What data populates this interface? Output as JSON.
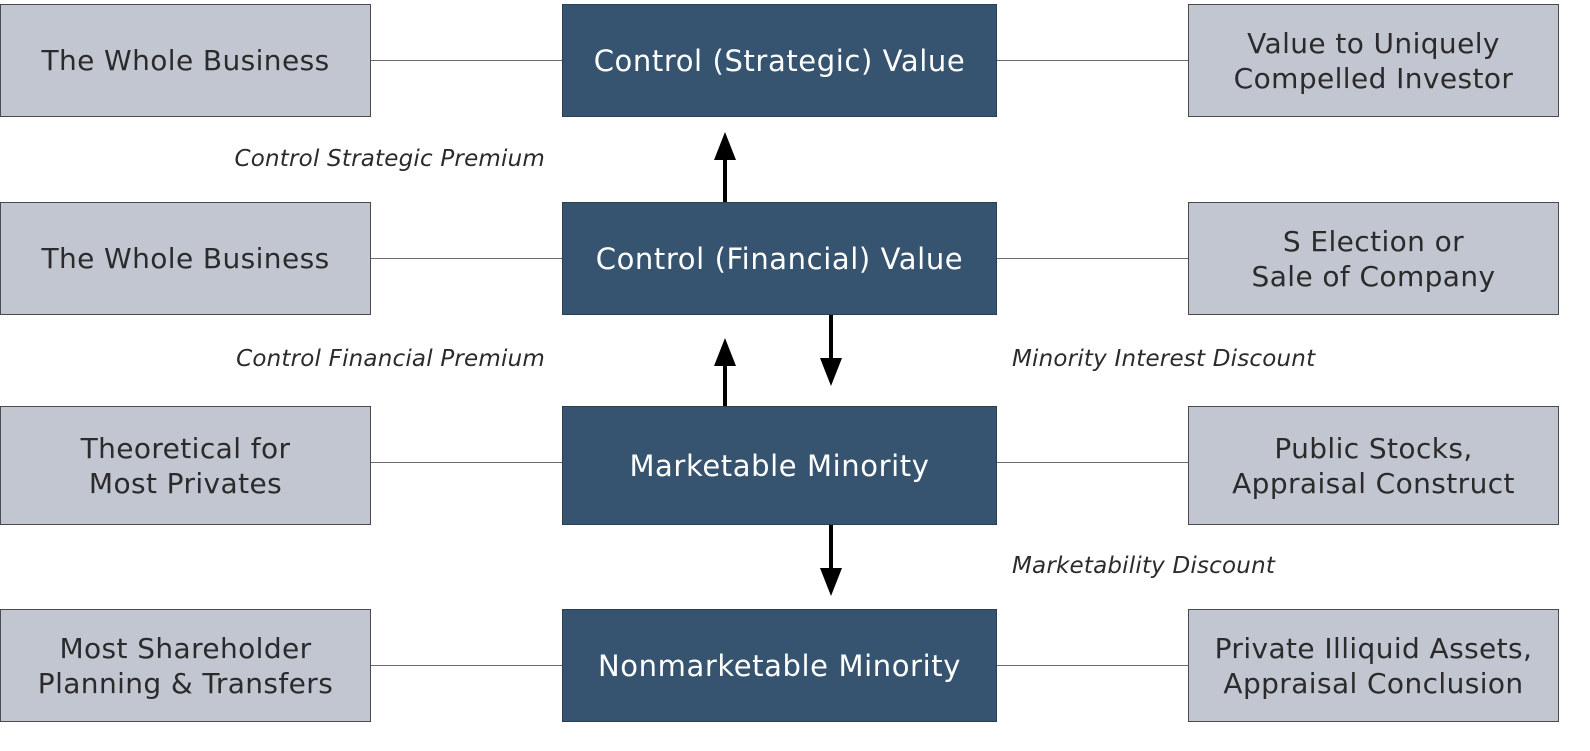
{
  "rows": [
    {
      "left": "The Whole Business",
      "center": "Control (Strategic) Value",
      "right": "Value to Uniquely\nCompelled Investor"
    },
    {
      "left": "The Whole Business",
      "center": "Control (Financial) Value",
      "right": "S Election or\nSale of Company"
    },
    {
      "left": "Theoretical for\nMost Privates",
      "center": "Marketable Minority",
      "right": "Public Stocks,\nAppraisal Construct"
    },
    {
      "left": "Most Shareholder\nPlanning & Transfers",
      "center": "Nonmarketable Minority",
      "right": "Private Illiquid Assets,\nAppraisal Conclusion"
    }
  ],
  "adjustments": {
    "control_strategic_premium": "Control Strategic Premium",
    "control_financial_premium": "Control Financial Premium",
    "minority_interest_discount": "Minority Interest Discount",
    "marketability_discount": "Marketability Discount"
  },
  "colors": {
    "center_box": "#36546f",
    "side_box": "#c1c6d1",
    "arrow": "#000000"
  }
}
